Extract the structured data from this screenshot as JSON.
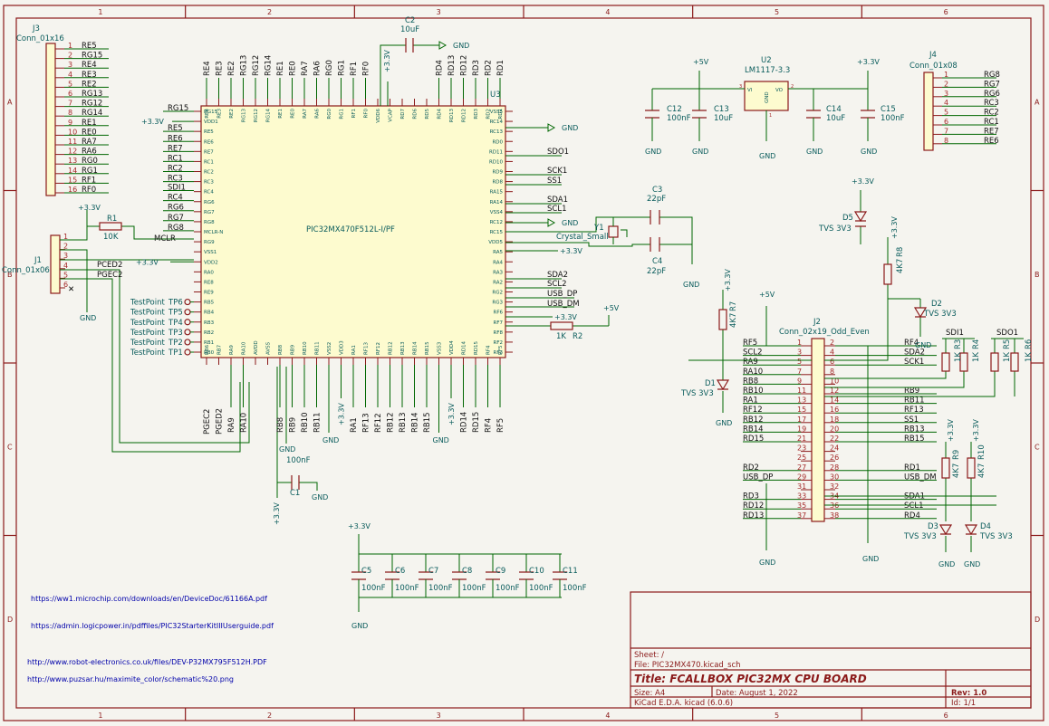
{
  "frame": {
    "cols": [
      "1",
      "2",
      "3",
      "4",
      "5",
      "6"
    ],
    "rows": [
      "A",
      "B",
      "C",
      "D"
    ]
  },
  "u3": {
    "ref": "U3",
    "value": "PIC32MX470F512L-I/PF",
    "left_labels": [
      "RG15",
      "+3.3V",
      "RE5",
      "RE6",
      "RE7",
      "RC1",
      "RC2",
      "RC3",
      "SDI1",
      "RC4",
      "RG6",
      "RG7",
      "RG8",
      "MCLR",
      "",
      "",
      "+3.3V"
    ],
    "left_pins": [
      "RG15",
      "VDD1",
      "RE5",
      "RE6",
      "RE7",
      "RC1",
      "RC2",
      "RC3",
      "RC4",
      "RG6",
      "RG7",
      "RG8",
      "MCLR-N",
      "RG9",
      "VSS1",
      "VDD2",
      "RA0",
      "RE8",
      "RE9",
      "RB5",
      "RB4",
      "RB3",
      "RB2",
      "RB1",
      "RB0"
    ],
    "top_labels": [
      "RE4",
      "RE3",
      "RE2",
      "RG13",
      "RG12",
      "RG14",
      "RE1",
      "RE0",
      "RA7",
      "RA6",
      "RG0",
      "RG1",
      "RF1",
      "RF0",
      "",
      "RD4",
      "RD13",
      "RD12",
      "RD3",
      "RD2",
      "RD1"
    ],
    "top_pins": [
      "RE4",
      "RE3",
      "RE2",
      "RG13",
      "RG12",
      "RG14",
      "RE1",
      "RE0",
      "RA7",
      "RA6",
      "RG0",
      "RG1",
      "RF1",
      "RF0",
      "VDD6",
      "VCAP",
      "RD7",
      "RD6",
      "RD5",
      "RD4",
      "RD13",
      "RD12",
      "RD3",
      "RD2",
      "RD1"
    ],
    "right_pins": [
      "VSS5",
      "RC14",
      "RC13",
      "RD0",
      "RD11",
      "RD10",
      "RD9",
      "RD8",
      "RA15",
      "RA14",
      "VSS4",
      "RC12",
      "RC15",
      "VDD5",
      "RA5",
      "RA4",
      "RA3",
      "RA2",
      "RG2",
      "RG3",
      "RF6",
      "RF7",
      "RF8",
      "RF2",
      "RF3"
    ],
    "bottom_pins": [
      "RB6",
      "RB7",
      "RA9",
      "RA10",
      "AVDD",
      "AVSS",
      "RB8",
      "RB9",
      "RB10",
      "RB11",
      "VSS2",
      "VDD3",
      "RA1",
      "RF13",
      "RF12",
      "RB12",
      "RB13",
      "RB14",
      "RB15",
      "VSS3",
      "VDD4",
      "RD14",
      "RD15",
      "RF4",
      "RF5"
    ]
  },
  "right_nets": {
    "sdo1": "SDO1",
    "sck1": "SCK1",
    "ss1": "SS1",
    "sda1": "SDA1",
    "scl1": "SCL1",
    "sda2": "SDA2",
    "scl2": "SCL2",
    "usb_dp": "USB_DP",
    "usb_dm": "USB_DM"
  },
  "bottom_nets": [
    "PGEC2",
    "PGED2",
    "RA9",
    "RA10",
    "RB8",
    "RB9",
    "RB10",
    "RB11",
    "RA1",
    "RF13",
    "RF12",
    "RB12",
    "RB13",
    "RB14",
    "RB15",
    "RD14",
    "RD15",
    "RF4",
    "RF5"
  ],
  "j3": {
    "ref": "J3",
    "value": "Conn_01x16",
    "nets": [
      "RE5",
      "RG15",
      "RE4",
      "RE3",
      "RE2",
      "RG13",
      "RG12",
      "RG14",
      "RE1",
      "RE0",
      "RA7",
      "RA6",
      "RG0",
      "RG1",
      "RF1",
      "RF0"
    ],
    "nums": [
      "1",
      "2",
      "3",
      "4",
      "5",
      "6",
      "7",
      "8",
      "9",
      "10",
      "11",
      "12",
      "13",
      "14",
      "15",
      "16"
    ]
  },
  "j4": {
    "ref": "J4",
    "value": "Conn_01x08",
    "nets": [
      "RG8",
      "RG7",
      "RG6",
      "RC3",
      "RC2",
      "RC1",
      "RE7",
      "RE6"
    ],
    "nums": [
      "1",
      "2",
      "3",
      "4",
      "5",
      "6",
      "7",
      "8"
    ]
  },
  "j1": {
    "ref": "J1",
    "value": "Conn_01x06",
    "nums": [
      "1",
      "2",
      "3",
      "4",
      "5",
      "6"
    ],
    "nets": [
      "PCED2",
      "PGEC2"
    ]
  },
  "j2": {
    "ref": "J2",
    "value": "Conn_02x19_Odd_Even",
    "left_nets": [
      "RF5",
      "SCL2",
      "RA9",
      "RA10",
      "RB8",
      "RB10",
      "RA1",
      "RF12",
      "RB12",
      "RB14",
      "RD15",
      "",
      "RD2",
      "USB_DP",
      "",
      "RD3",
      "RD12",
      "RD13"
    ],
    "right_nets": [
      "RF4",
      "SDA2",
      "SCK1",
      "",
      "",
      "RB9",
      "RB11",
      "RF13",
      "SS1",
      "RB13",
      "RB15",
      "",
      "RD1",
      "USB_DM",
      "",
      "SDA1",
      "SCL1",
      "RD4"
    ],
    "left_nums": [
      "1",
      "3",
      "5",
      "7",
      "9",
      "11",
      "13",
      "15",
      "17",
      "19",
      "21",
      "23",
      "25",
      "27",
      "29",
      "31",
      "33",
      "35",
      "37"
    ],
    "right_nums": [
      "2",
      "4",
      "6",
      "8",
      "10",
      "12",
      "14",
      "16",
      "18",
      "20",
      "22",
      "24",
      "26",
      "28",
      "30",
      "32",
      "34",
      "36",
      "38"
    ]
  },
  "passives": {
    "r1": {
      "ref": "R1",
      "value": "10K"
    },
    "r2": {
      "ref": "R2",
      "value": "1K"
    },
    "r3": {
      "ref": "R3",
      "value": "1K"
    },
    "r4": {
      "ref": "R4",
      "value": "1K"
    },
    "r5": {
      "ref": "R5",
      "value": "1K"
    },
    "r6": {
      "ref": "R6",
      "value": "1K"
    },
    "r7": {
      "ref": "R7",
      "value": "4K7"
    },
    "r8": {
      "ref": "R8",
      "value": "4K7"
    },
    "r9": {
      "ref": "R9",
      "value": "4K7"
    },
    "r10": {
      "ref": "R10",
      "value": "4K7"
    },
    "c1": {
      "ref": "C1",
      "value": "100nF"
    },
    "c2": {
      "ref": "C2",
      "value": "10uF"
    },
    "c3": {
      "ref": "C3",
      "value": "22pF"
    },
    "c4": {
      "ref": "C4",
      "value": "22pF"
    },
    "c12": {
      "ref": "C12",
      "value": "100nF"
    },
    "c13": {
      "ref": "C13",
      "value": "10uF"
    },
    "c14": {
      "ref": "C14",
      "value": "10uF"
    },
    "c15": {
      "ref": "C15",
      "value": "100nF"
    },
    "y1": {
      "ref": "Y1",
      "value": "Crystal_Small"
    },
    "u2": {
      "ref": "U2",
      "value": "LM1117-3.3",
      "vi": "VI",
      "vo": "VO",
      "gnd": "GND",
      "n3": "3",
      "n2": "2",
      "n1": "1"
    },
    "d1": {
      "ref": "D1",
      "value": "TVS 3V3"
    },
    "d2": {
      "ref": "D2",
      "value": "TVS 3V3"
    },
    "d3": {
      "ref": "D3",
      "value": "TVS 3V3"
    },
    "d4": {
      "ref": "D4",
      "value": "TVS 3V3"
    },
    "d5": {
      "ref": "D5",
      "value": "TVS 3V3"
    }
  },
  "decoupling": {
    "refs": [
      "C5",
      "C6",
      "C7",
      "C8",
      "C9",
      "C10",
      "C11"
    ],
    "value": "100nF"
  },
  "testpoints": [
    {
      "name": "TestPoint",
      "ref": "TP6"
    },
    {
      "name": "TestPoint",
      "ref": "TP5"
    },
    {
      "name": "TestPoint",
      "ref": "TP4"
    },
    {
      "name": "TestPoint",
      "ref": "TP3"
    },
    {
      "name": "TestPoint",
      "ref": "TP2"
    },
    {
      "name": "TestPoint",
      "ref": "TP1"
    }
  ],
  "power": {
    "v33": "+3.3V",
    "v5": "+5V",
    "gnd": "GND"
  },
  "links": [
    "https://ww1.microchip.com/downloads/en/DeviceDoc/61166A.pdf",
    "https://admin.logicpower.in/pdffiles/PIC32StarterKitIIIUserguide.pdf",
    "http://www.robot-electronics.co.uk/files/DEV-P32MX795F512H.PDF",
    "http://www.puzsar.hu/maximite_color/schematic%20.png"
  ],
  "titleblock": {
    "sheet": "Sheet: /",
    "file": "File: PIC32MX470.kicad_sch",
    "title": "Title: FCALLBOX PIC32MX CPU BOARD",
    "size": "Size: A4",
    "date": "Date: August 1, 2022",
    "rev": "Rev: 1.0",
    "tool": "KiCad E.D.A.  kicad (6.0.6)",
    "id": "Id: 1/1"
  }
}
